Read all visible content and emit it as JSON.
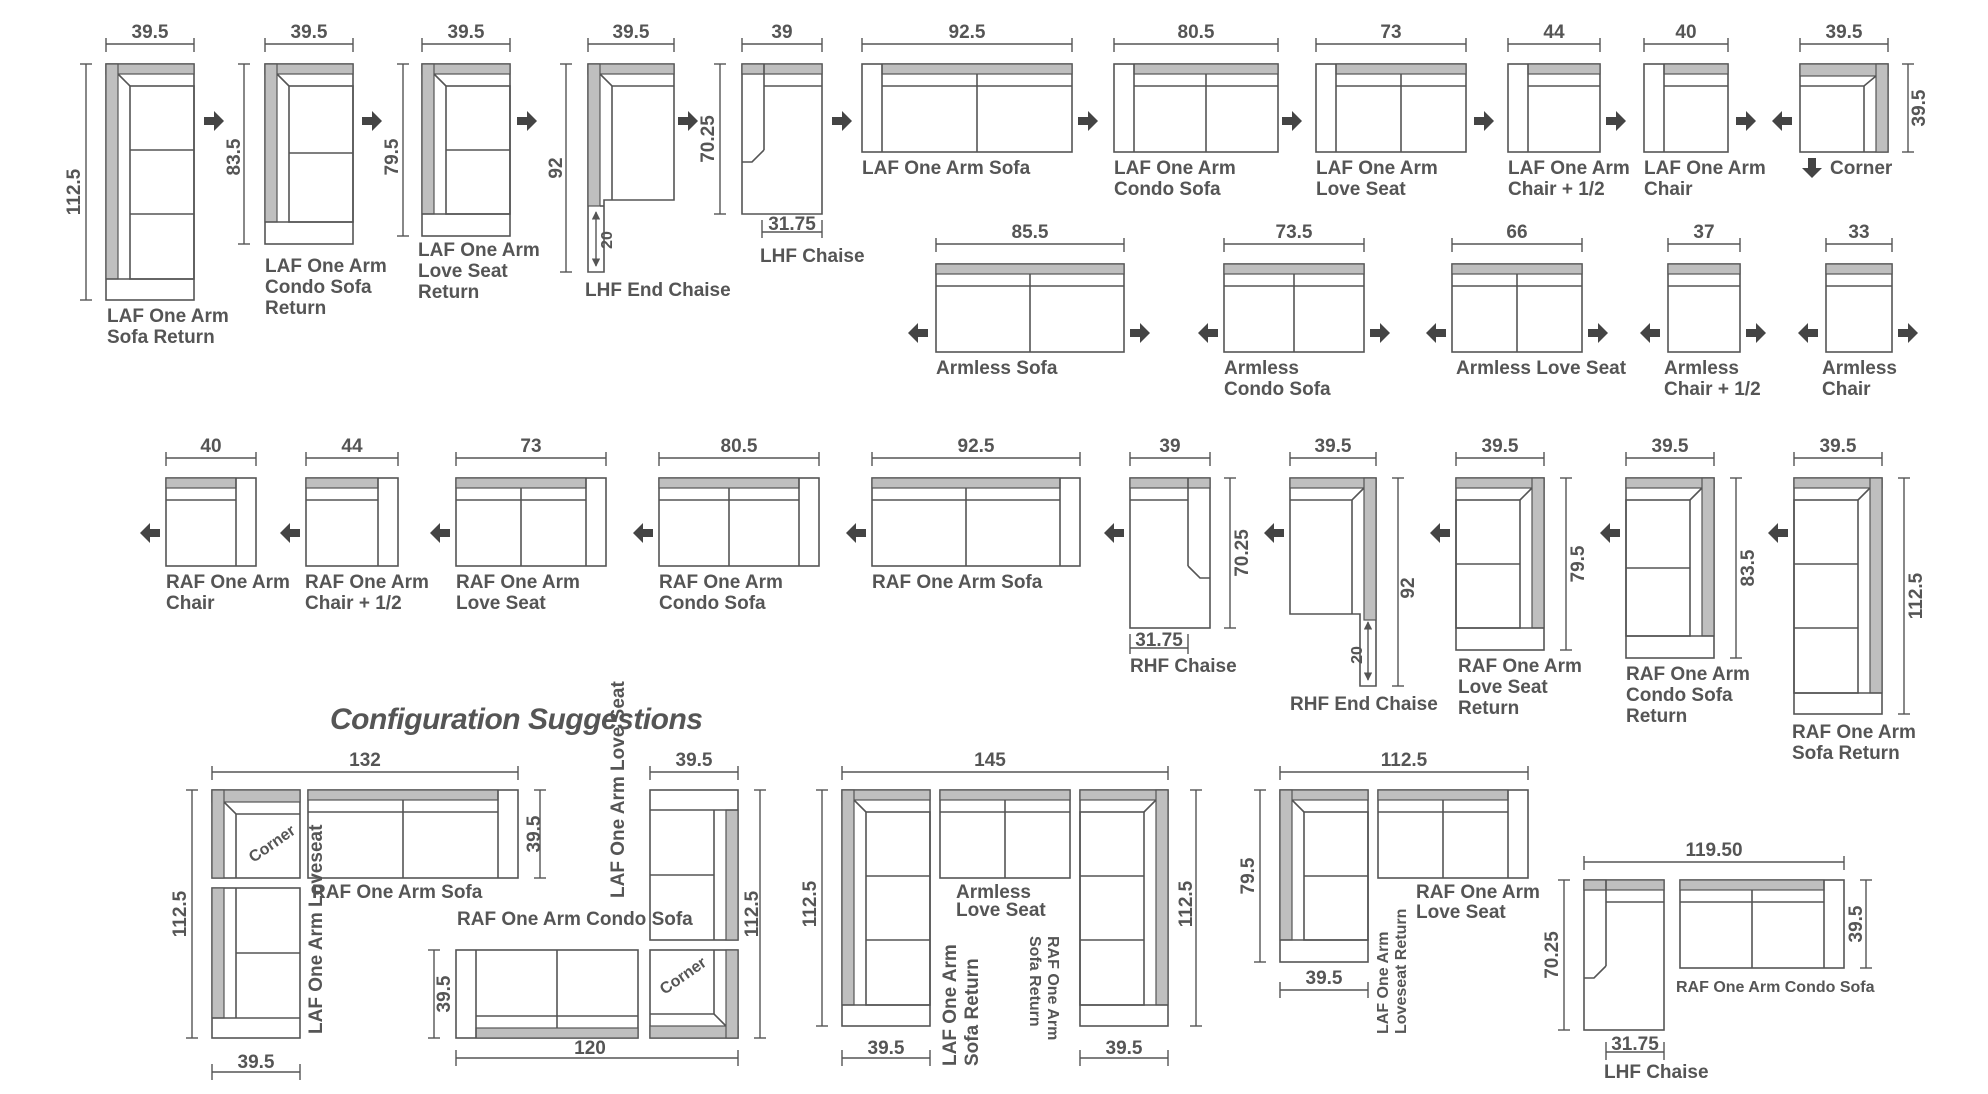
{
  "heading": "Configuration Suggestions",
  "pieces_laf": [
    {
      "id": "laf-sofa-return",
      "dims": [
        "39.5",
        "112.5"
      ],
      "label": [
        "LAF One Arm",
        "Sofa Return"
      ]
    },
    {
      "id": "laf-condo-return",
      "dims": [
        "39.5",
        "83.5"
      ],
      "label": [
        "LAF One Arm",
        "Condo Sofa",
        "Return"
      ]
    },
    {
      "id": "laf-love-return",
      "dims": [
        "39.5",
        "79.5"
      ],
      "label": [
        "LAF One Arm",
        "Love Seat",
        "Return"
      ]
    },
    {
      "id": "lhf-end-chaise",
      "dims": [
        "39.5",
        "92",
        "20"
      ],
      "label": [
        "LHF End Chaise"
      ]
    },
    {
      "id": "lhf-chaise",
      "dims": [
        "39",
        "70.25",
        "31.75"
      ],
      "label": [
        "LHF Chaise"
      ]
    },
    {
      "id": "laf-sofa",
      "dims": [
        "92.5"
      ],
      "label": [
        "LAF One Arm Sofa"
      ]
    },
    {
      "id": "laf-condo",
      "dims": [
        "80.5"
      ],
      "label": [
        "LAF One Arm",
        "Condo Sofa"
      ]
    },
    {
      "id": "laf-love",
      "dims": [
        "73"
      ],
      "label": [
        "LAF One Arm",
        "Love Seat"
      ]
    },
    {
      "id": "laf-chair-half",
      "dims": [
        "44"
      ],
      "label": [
        "LAF One Arm",
        "Chair + 1/2"
      ]
    },
    {
      "id": "laf-chair",
      "dims": [
        "40"
      ],
      "label": [
        "LAF One Arm",
        "Chair"
      ]
    },
    {
      "id": "corner",
      "dims": [
        "39.5",
        "39.5"
      ],
      "label": [
        "Corner"
      ]
    }
  ],
  "pieces_armless": [
    {
      "id": "armless-sofa",
      "dims": [
        "85.5"
      ],
      "label": [
        "Armless Sofa"
      ]
    },
    {
      "id": "armless-condo",
      "dims": [
        "73.5"
      ],
      "label": [
        "Armless",
        "Condo Sofa"
      ]
    },
    {
      "id": "armless-love",
      "dims": [
        "66"
      ],
      "label": [
        "Armless Love Seat"
      ]
    },
    {
      "id": "armless-chair-half",
      "dims": [
        "37"
      ],
      "label": [
        "Armless",
        "Chair + 1/2"
      ]
    },
    {
      "id": "armless-chair",
      "dims": [
        "33"
      ],
      "label": [
        "Armless",
        "Chair"
      ]
    }
  ],
  "pieces_raf": [
    {
      "id": "raf-chair",
      "dims": [
        "40"
      ],
      "label": [
        "RAF One Arm",
        "Chair"
      ]
    },
    {
      "id": "raf-chair-half",
      "dims": [
        "44"
      ],
      "label": [
        "RAF One Arm",
        "Chair + 1/2"
      ]
    },
    {
      "id": "raf-love",
      "dims": [
        "73"
      ],
      "label": [
        "RAF One Arm",
        "Love Seat"
      ]
    },
    {
      "id": "raf-condo",
      "dims": [
        "80.5"
      ],
      "label": [
        "RAF One Arm",
        "Condo Sofa"
      ]
    },
    {
      "id": "raf-sofa",
      "dims": [
        "92.5"
      ],
      "label": [
        "RAF One Arm Sofa"
      ]
    },
    {
      "id": "rhf-chaise",
      "dims": [
        "39",
        "70.25",
        "31.75"
      ],
      "label": [
        "RHF Chaise"
      ]
    },
    {
      "id": "rhf-end-chaise",
      "dims": [
        "39.5",
        "92",
        "20"
      ],
      "label": [
        "RHF End Chaise"
      ]
    },
    {
      "id": "raf-love-return",
      "dims": [
        "39.5",
        "79.5"
      ],
      "label": [
        "RAF One Arm",
        "Love Seat",
        "Return"
      ]
    },
    {
      "id": "raf-condo-return",
      "dims": [
        "39.5",
        "83.5"
      ],
      "label": [
        "RAF One Arm",
        "Condo Sofa",
        "Return"
      ]
    },
    {
      "id": "raf-sofa-return",
      "dims": [
        "39.5",
        "112.5"
      ],
      "label": [
        "RAF One Arm",
        "Sofa Return"
      ]
    }
  ],
  "configs": {
    "c1": {
      "dims": [
        "132",
        "39.5",
        "112.5",
        "39.5"
      ],
      "labels": [
        "Corner",
        "RAF One Arm Sofa",
        "LAF One Arm Loveseat"
      ]
    },
    "c2": {
      "dims": [
        "39.5",
        "112.5",
        "39.5",
        "120"
      ],
      "labels": [
        "LAF One Arm Love Seat",
        "RAF One Arm Condo Sofa",
        "Corner"
      ]
    },
    "c3": {
      "dims": [
        "145",
        "112.5",
        "112.5",
        "39.5",
        "39.5"
      ],
      "labels": [
        "Armless Love Seat",
        "LAF One Arm Sofa Return",
        "RAF One Arm Sofa Return"
      ]
    },
    "c4": {
      "dims": [
        "112.5",
        "79.5",
        "39.5"
      ],
      "labels": [
        "RAF One Arm Love Seat",
        "LAF One Arm Loveseat Return"
      ]
    },
    "c5": {
      "dims": [
        "119.50",
        "39.5",
        "70.25",
        "31.75"
      ],
      "labels": [
        "RAF One Arm Condo Sofa",
        "LHF Chaise"
      ]
    }
  }
}
